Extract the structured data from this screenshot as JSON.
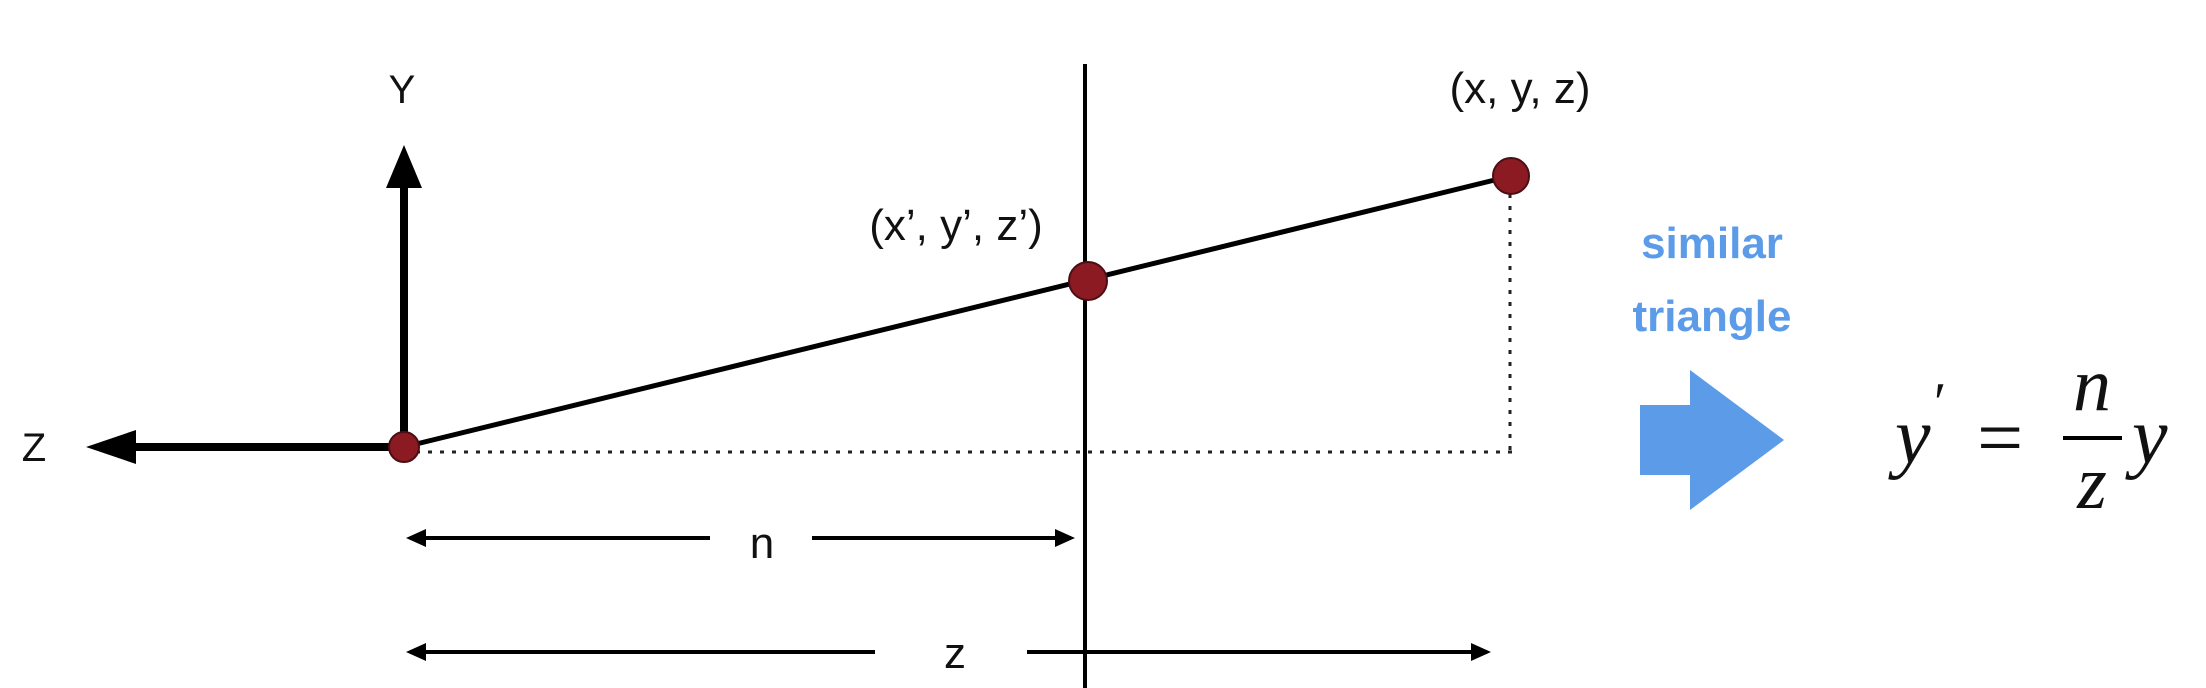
{
  "labels": {
    "y_axis": "Y",
    "z_axis": "Z",
    "far_point": "(x, y, z)",
    "near_point": "(x’, y’, z’)",
    "near_distance": "n",
    "far_distance": "z"
  },
  "note": {
    "line1": "similar",
    "line2": "triangle",
    "color": "#5B9BE8"
  },
  "equation": {
    "lhs_var": "y",
    "prime": "′",
    "equals": "=",
    "numerator": "n",
    "denominator": "z",
    "rhs_var": "y"
  },
  "colors": {
    "line": "#000000",
    "point_fill": "#8B1A23",
    "arrow_fill": "#5B9BE8"
  },
  "icons": {
    "arrow": "right-arrow-icon"
  }
}
